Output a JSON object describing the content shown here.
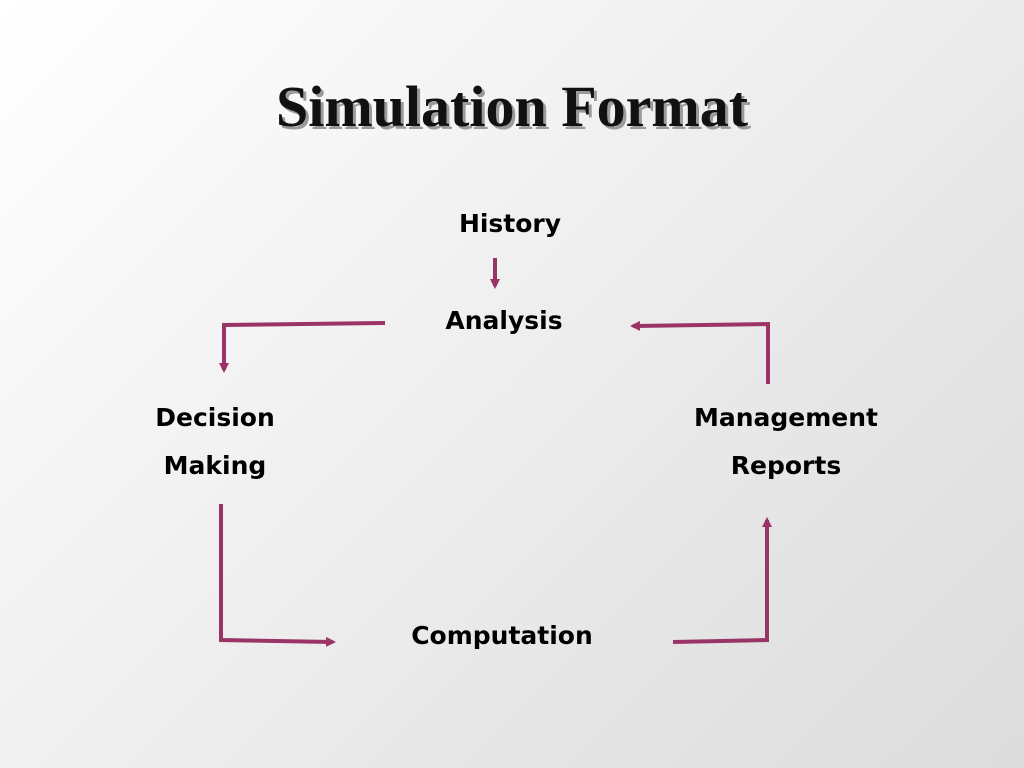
{
  "slide": {
    "title": "Simulation Format"
  },
  "nodes": {
    "history": "History",
    "analysis": "Analysis",
    "decision_making": [
      "Decision",
      "Making"
    ],
    "management_reports": [
      "Management",
      "Reports"
    ],
    "computation": "Computation"
  },
  "colors": {
    "arrow": "#9a3466",
    "title_shadow": "#9a9a9a"
  }
}
